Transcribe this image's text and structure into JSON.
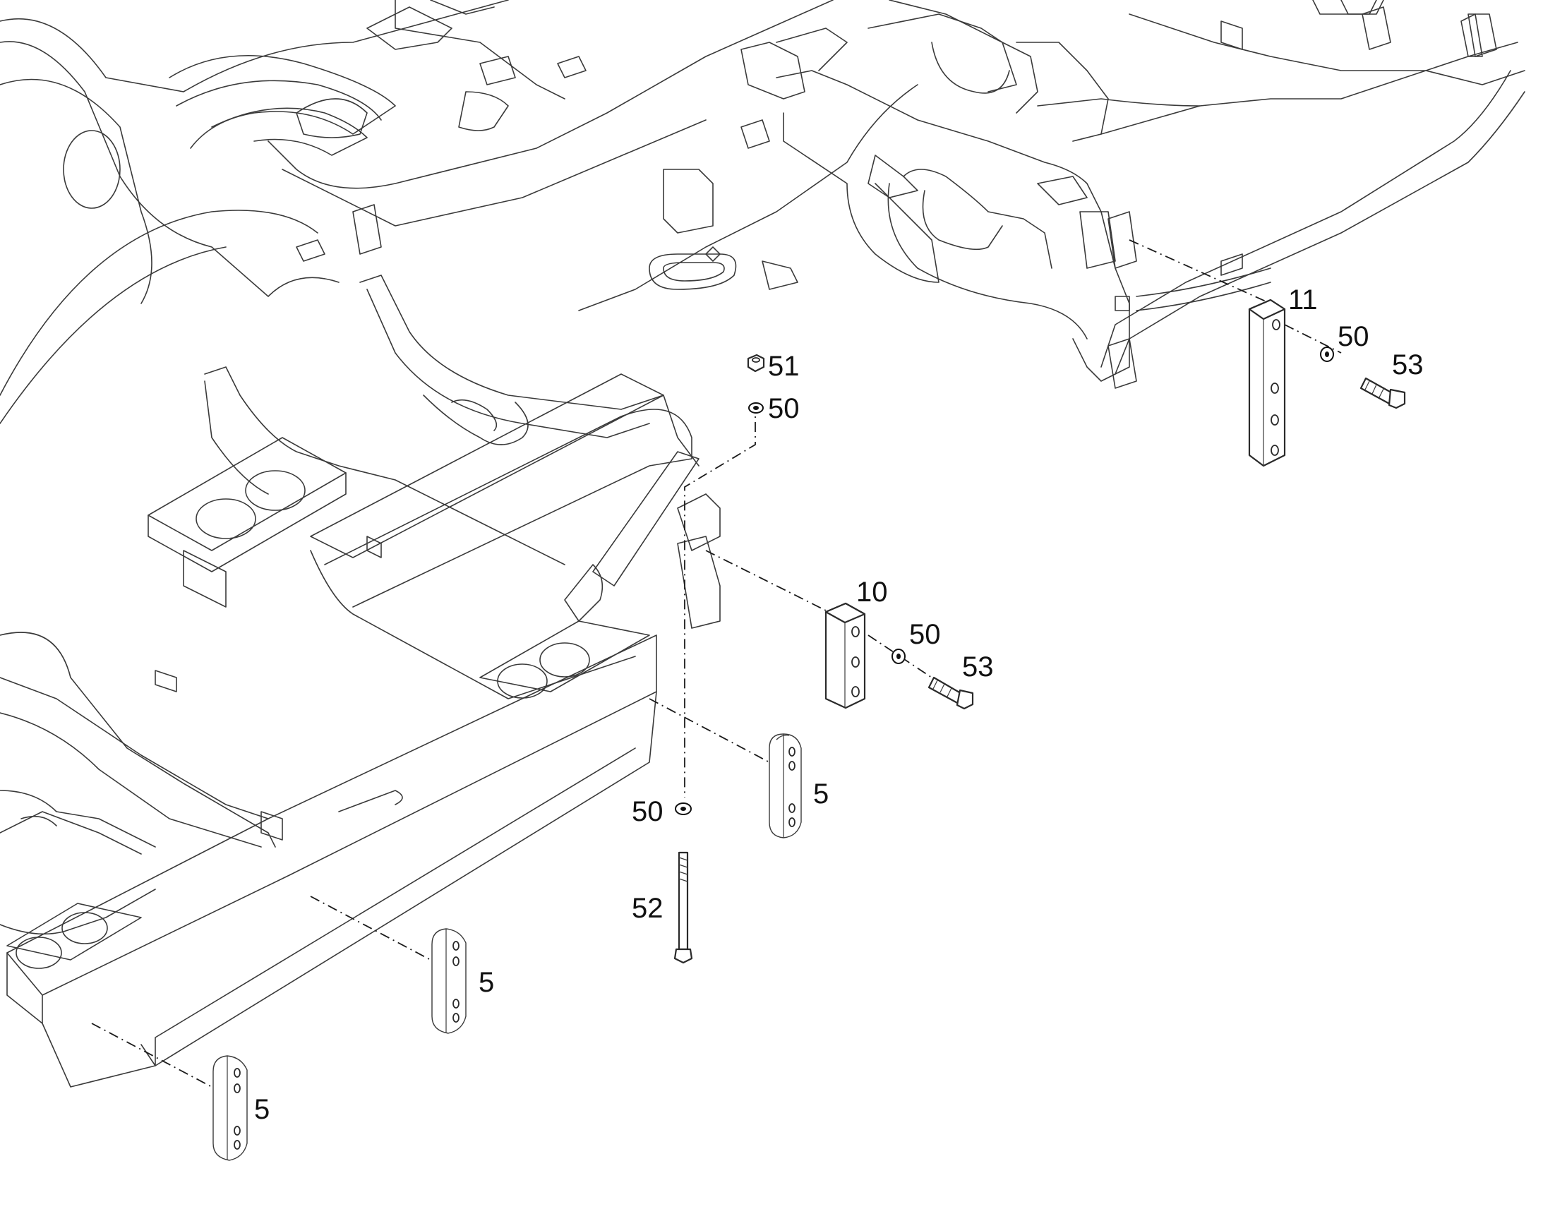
{
  "callouts": {
    "c1": "11",
    "c2": "50",
    "c3": "53",
    "c4": "51",
    "c5": "50",
    "c6": "10",
    "c7": "50",
    "c8": "53",
    "c9": "5",
    "c10": "50",
    "c11": "52",
    "c12": "5",
    "c13": "5"
  },
  "colors": {
    "line": "#3a3a3a",
    "background": "#ffffff"
  }
}
